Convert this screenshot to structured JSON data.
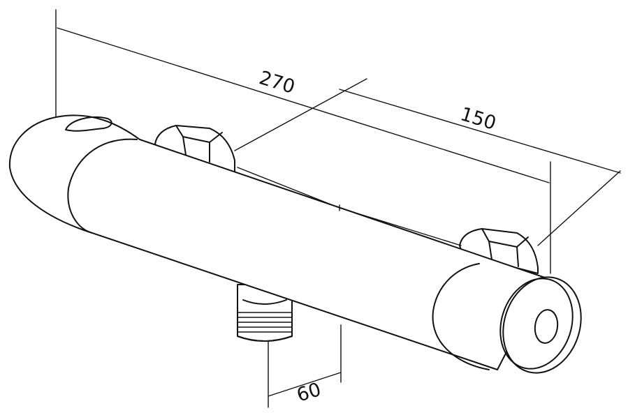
{
  "dimensions": {
    "overall_length": "270",
    "center_distance": "150",
    "outlet_offset": "60"
  }
}
